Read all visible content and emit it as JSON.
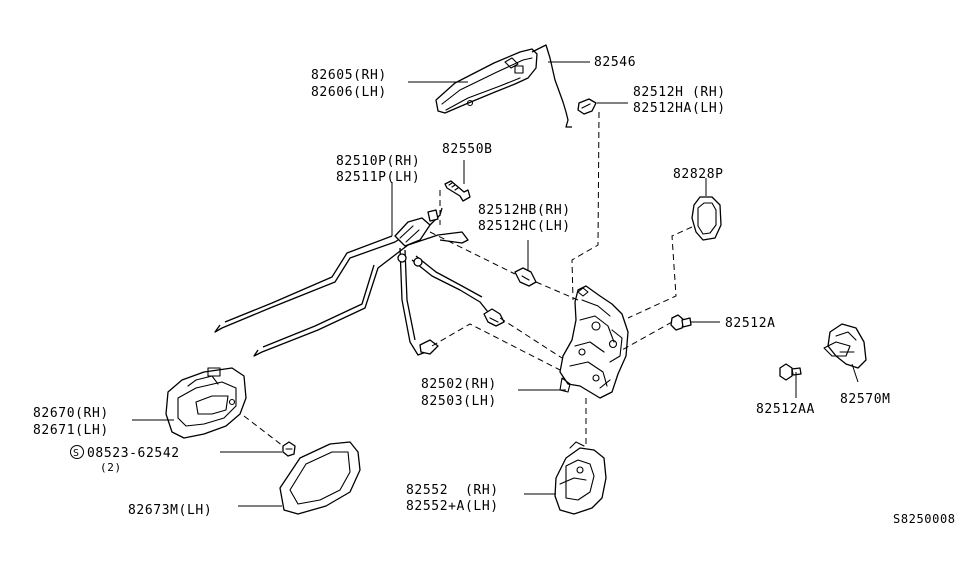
{
  "labels": {
    "outside_handle": [
      "82605(RH)",
      "82606(LH)"
    ],
    "rod_82546": "82546",
    "clip_top": [
      "82512H (RH)",
      "82512HA(LH)"
    ],
    "bolt_82550b": "82550B",
    "rod_82510p": [
      "82510P(RH)",
      "82511P(LH)"
    ],
    "clip_mid": [
      "82512HB(RH)",
      "82512HC(LH)"
    ],
    "grommet": "82828P",
    "bolt_82512a": "82512A",
    "bolt_82512aa": "82512AA",
    "striker": "82570M",
    "lock": [
      "82502(RH)",
      "82503(LH)"
    ],
    "inside_handle": [
      "82670(RH)",
      "82671(LH)"
    ],
    "screw": [
      "08523-62542",
      "(2)"
    ],
    "screw_symbol": "S",
    "escutcheon": "82673M(LH)",
    "cover": [
      "82552  (RH)",
      "82552+A(LH)"
    ],
    "diagram_code": "S8250008"
  }
}
